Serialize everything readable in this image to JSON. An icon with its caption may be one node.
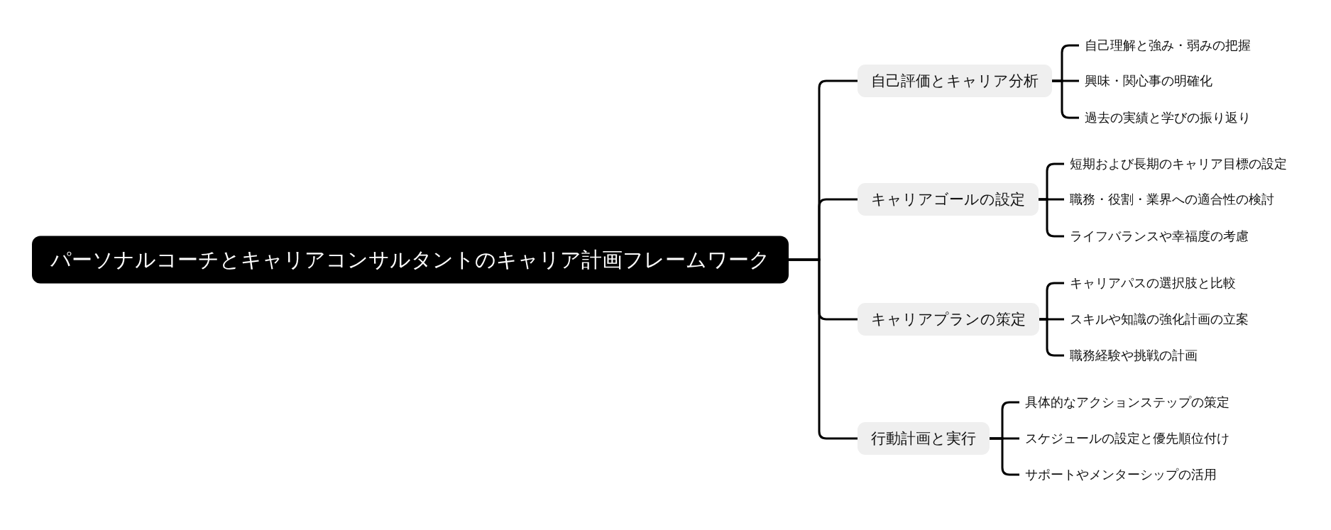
{
  "diagram": {
    "nodes": [
      {
        "text": [
          "パーソナルコーチとキャリアコンサルタントのキャリア計画フレームワーク"
        ]
      },
      {
        "text": [
          "自己評価とキャリア分析"
        ]
      },
      {
        "text": [
          "自己理解と強み・弱みの把握"
        ]
      },
      {
        "text": [
          "興味・関心事の明確化"
        ]
      },
      {
        "text": [
          "過去の実績と学びの振り返り"
        ]
      },
      {
        "text": [
          "キャリアゴールの設定"
        ]
      },
      {
        "text": [
          "短期および長期のキャリア目標の設定"
        ]
      },
      {
        "text": [
          "職務・役割・業界への適合性の検討"
        ]
      },
      {
        "text": [
          "ライフバランスや幸福度の考慮"
        ]
      },
      {
        "text": [
          "キャリアプランの策定"
        ]
      },
      {
        "text": [
          "キャリアパスの選択肢と比較"
        ]
      },
      {
        "text": [
          "スキルや知識の強化計画の立案"
        ]
      },
      {
        "text": [
          "職務経験や挑戦の計画"
        ]
      },
      {
        "text": [
          "行動計画と実行"
        ]
      },
      {
        "text": [
          "具体的なアクションステップの策定"
        ]
      },
      {
        "text": [
          "スケジュールの設定と優先順位付け"
        ]
      },
      {
        "text": [
          "サポートやメンターシップの活用"
        ]
      }
    ],
    "edges": [
      {
        "from": 0,
        "to": 1,
        "arrow": "none"
      },
      {
        "from": 1,
        "to": 2,
        "arrow": "none"
      },
      {
        "from": 1,
        "to": 3,
        "arrow": "none"
      },
      {
        "from": 1,
        "to": 4,
        "arrow": "none"
      },
      {
        "from": 0,
        "to": 5,
        "arrow": "none"
      },
      {
        "from": 5,
        "to": 6,
        "arrow": "none"
      },
      {
        "from": 5,
        "to": 7,
        "arrow": "none"
      },
      {
        "from": 5,
        "to": 8,
        "arrow": "none"
      },
      {
        "from": 0,
        "to": 9,
        "arrow": "none"
      },
      {
        "from": 9,
        "to": 10,
        "arrow": "none"
      },
      {
        "from": 9,
        "to": 11,
        "arrow": "none"
      },
      {
        "from": 9,
        "to": 12,
        "arrow": "none"
      },
      {
        "from": 0,
        "to": 13,
        "arrow": "none"
      },
      {
        "from": 13,
        "to": 14,
        "arrow": "none"
      },
      {
        "from": 13,
        "to": 15,
        "arrow": "none"
      },
      {
        "from": 13,
        "to": 16,
        "arrow": "none"
      }
    ]
  }
}
